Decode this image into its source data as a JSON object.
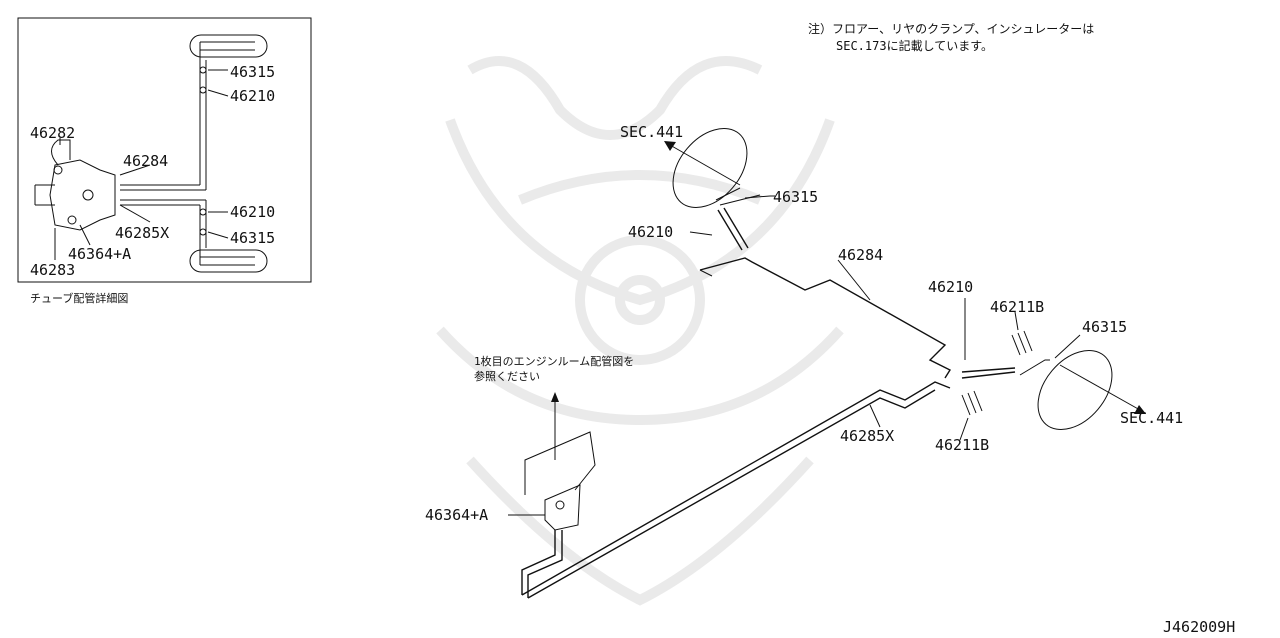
{
  "note": {
    "line1": "注）フロアー、リヤのクランプ、インシュレーターは",
    "line2": "SEC.173に記載しています。"
  },
  "inset": {
    "caption": "チューブ配管詳細図",
    "labels": {
      "p46315_top": "46315",
      "p46210_top": "46210",
      "p46282": "46282",
      "p46284": "46284",
      "p46210_bot": "46210",
      "p46285x": "46285X",
      "p46315_bot": "46315",
      "p46364a": "46364+A",
      "p46283": "46283"
    }
  },
  "main": {
    "labels": {
      "sec441_left": "SEC.441",
      "p46315_left": "46315",
      "p46210_left": "46210",
      "p46284": "46284",
      "p46210_right": "46210",
      "p46211b_top": "46211B",
      "p46315_right": "46315",
      "sec441_right": "SEC.441",
      "p46285x": "46285X",
      "p46211b_bot": "46211B",
      "p46364a": "46364+A"
    },
    "ref_note": {
      "line1": "1枚目のエンジンルーム配管図を",
      "line2": "参照ください"
    }
  },
  "figure_id": "J462009H"
}
